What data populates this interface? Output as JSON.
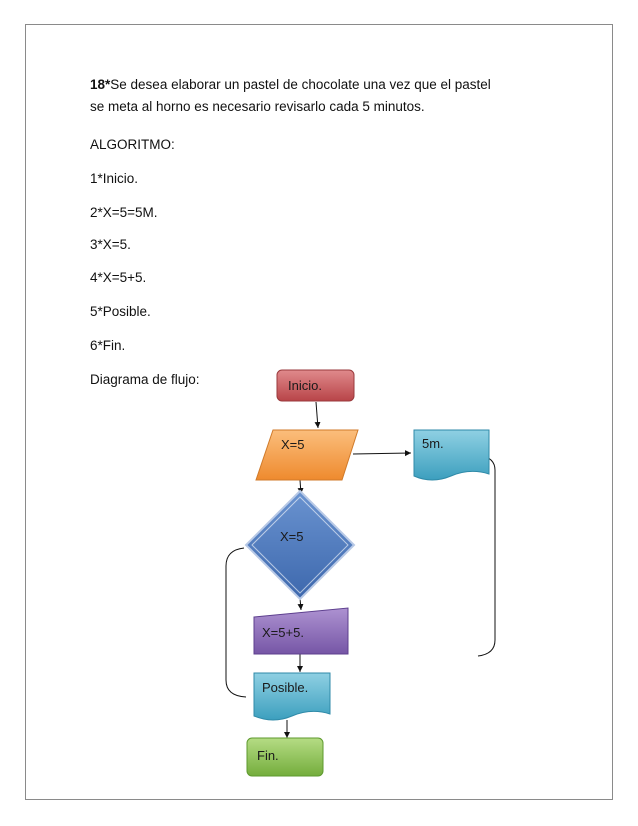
{
  "problem": {
    "number": "18*",
    "line1": "Se desea elaborar un pastel de chocolate una vez que el pastel",
    "line2": "se meta al horno es necesario revisarlo cada 5 minutos."
  },
  "algorithm": {
    "heading": "ALGORITMO:",
    "steps": [
      "1*Inicio.",
      "2*X=5=5M.",
      "3*X=5.",
      "4*X=5+5.",
      "5*Posible.",
      "6*Fin."
    ]
  },
  "flowchart": {
    "heading": "Diagrama de flujo:",
    "start": "Inicio.",
    "input": "X=5",
    "output_doc": "5m.",
    "decision": "X=5",
    "process": "X=5+5.",
    "result_doc": "Posible.",
    "end": "Fin."
  },
  "colors": {
    "start": "#c9575a",
    "input": "#f7a04b",
    "output_doc": "#5ab4cf",
    "decision": "#4a78bd",
    "process": "#8d6cb8",
    "result_doc": "#5ab4cf",
    "end": "#8dc153"
  }
}
